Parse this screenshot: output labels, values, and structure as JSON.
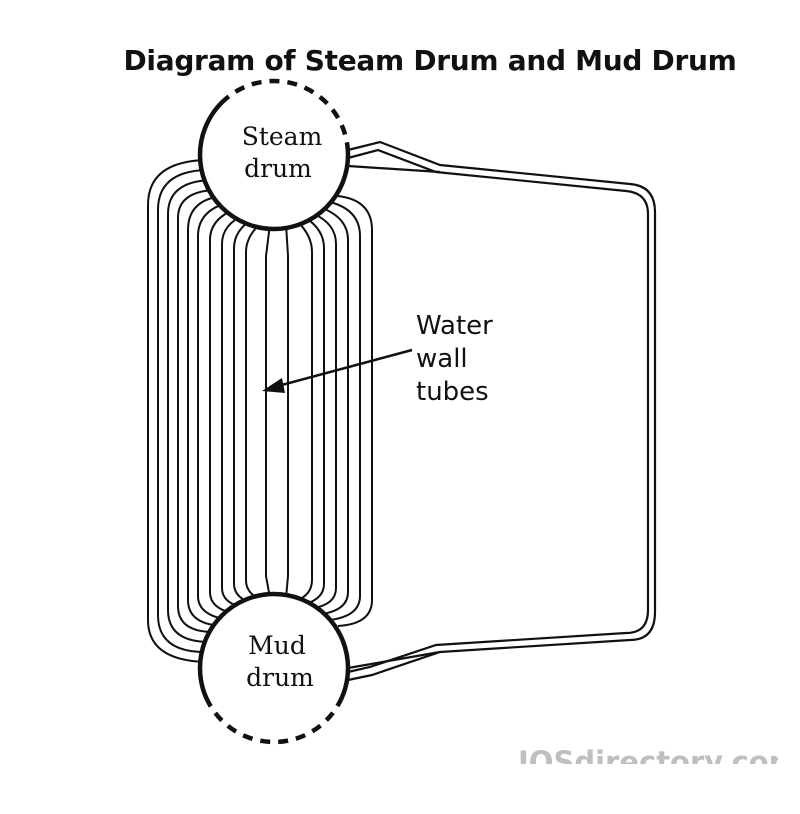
{
  "title": "Diagram of Steam Drum and Mud Drum",
  "labels": {
    "steam_drum": [
      "Steam",
      "drum"
    ],
    "mud_drum": [
      "Mud",
      "drum"
    ],
    "water_wall_tubes": [
      "Water",
      "wall",
      "tubes"
    ]
  },
  "watermark": "IQSdirectory.com",
  "colors": {
    "stroke": "#111111",
    "background": "#ffffff",
    "watermark": "#bfbfbf"
  }
}
